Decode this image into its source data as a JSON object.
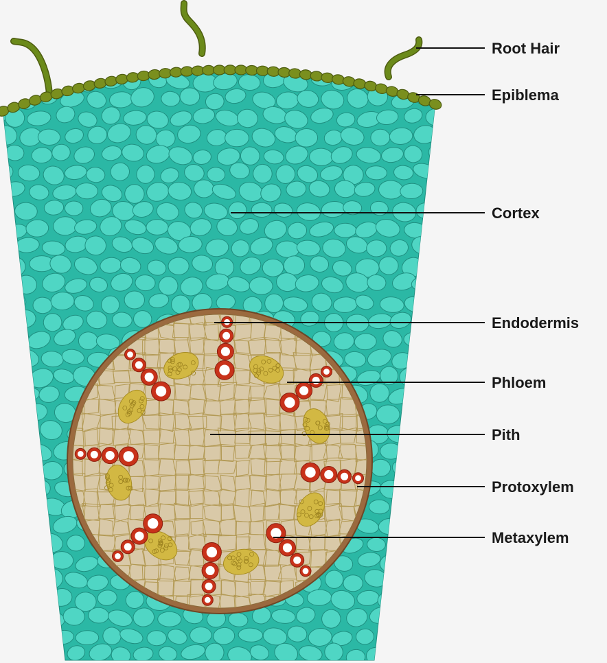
{
  "labels": {
    "root_hair": "Root Hair",
    "epiblema": "Epiblema",
    "cortex": "Cortex",
    "endodermis": "Endodermis",
    "phloem": "Phloem",
    "pith": "Pith",
    "protoxylem": "Protoxylem",
    "metaxylem": "Metaxylem"
  },
  "colors": {
    "background": "#f5f5f5",
    "cortex_fill": "#2bb8a5",
    "cortex_cell": "#4fd6c4",
    "cortex_cell_edge": "#1f8f80",
    "epiblema": "#7a8f1e",
    "epiblema_edge": "#4d5c10",
    "root_hair": "#6b8a1a",
    "endodermis": "#9b6a3f",
    "pith_fill": "#d9c9a8",
    "pith_grid": "#b39a55",
    "phloem": "#d2b843",
    "xylem_ring": "#c8321a",
    "xylem_core": "#ffffff"
  }
}
